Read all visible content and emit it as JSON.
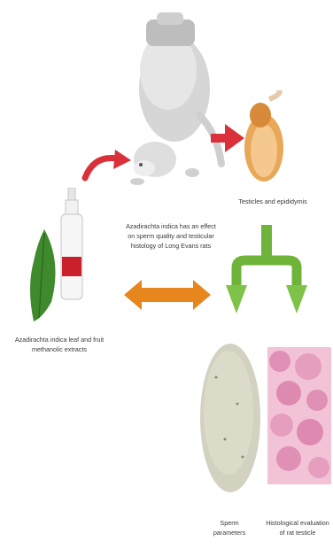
{
  "labels": {
    "testicles": "Testicles and epididymis",
    "center_line1": "Azadirachta indica has an effect",
    "center_line2": "on sperm quality and testicular",
    "center_line3": "histology of Long Evans rats",
    "leaf_line1": "Azadirachta indica leaf and fruit",
    "leaf_line2": "methanolic extracts",
    "sperm_line1": "Sperm",
    "sperm_line2": "parameters",
    "histo_line1": "Histological evaluation",
    "histo_line2": "of rat testicle"
  },
  "colors": {
    "red_arrow": "#d9303a",
    "orange_arrow": "#e8861e",
    "green_arrow": "#6fb43a",
    "leaf": "#3f8a2c",
    "rat": "#c9c9c9",
    "testis": "#e3a35a",
    "histology": "#d97aa5",
    "sperm_dish": "#cfcdb9"
  }
}
